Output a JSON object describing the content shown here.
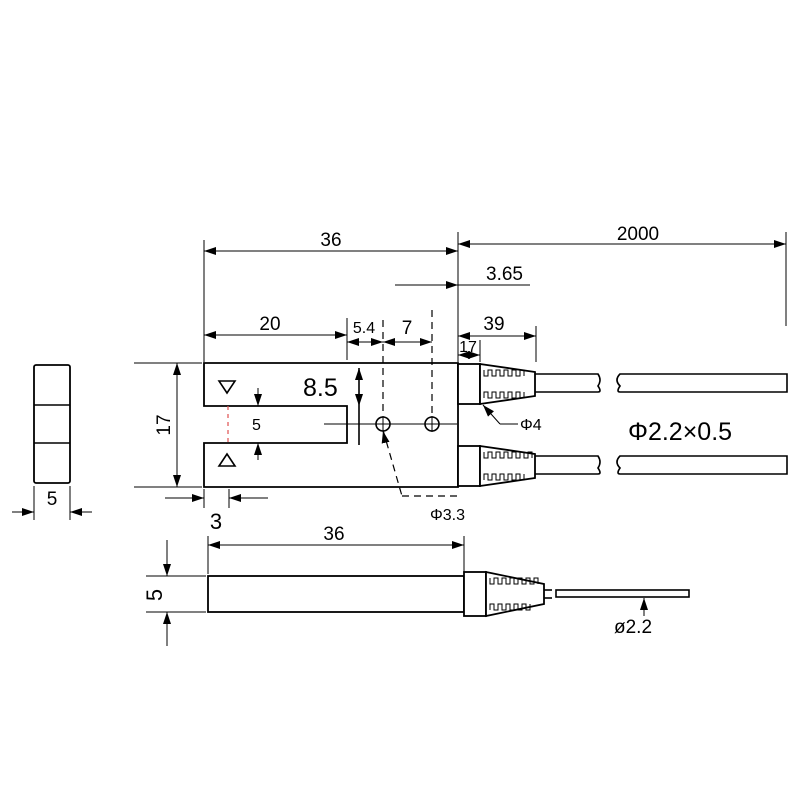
{
  "dimensions": {
    "overall_length_top": "36",
    "cable_length": "2000",
    "rear_offset": "3.65",
    "slot_depth": "20",
    "hole_offset": "5.4",
    "hole_pitch": "7",
    "cable_boot_length": "39",
    "boot_collar": "17",
    "slot_height": "8.5",
    "slot_width": "5",
    "body_height": "17",
    "cable_spec": "Φ2.2×0.5",
    "boot_diameter": "Φ4",
    "mount_hole": "Φ3.3",
    "arm_thickness": "3",
    "overall_length_side": "36",
    "side_thickness": "5",
    "end_view_width": "5",
    "cable_diameter": "ø2.2"
  },
  "symbols": {
    "emitter_marker": "triangle-down",
    "receiver_marker": "triangle-up"
  }
}
